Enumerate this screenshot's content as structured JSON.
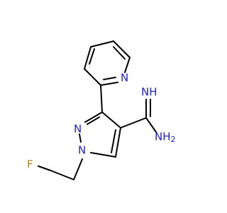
{
  "molecule": {
    "colors": {
      "bond": "#000000",
      "nitrogen": "#1f1fcf",
      "fluorine": "#b8860b",
      "background": "#ffffff"
    },
    "atoms": {
      "pyridine_n": {
        "symbol": "N",
        "color": "#1f1fcf"
      },
      "pyrazole_n2": {
        "symbol": "N",
        "color": "#1f1fcf"
      },
      "pyrazole_n1": {
        "symbol": "N",
        "color": "#1f1fcf"
      },
      "imine_nh": {
        "symbol": "NH",
        "color": "#1f1fcf"
      },
      "amine_nh2": {
        "symbol": "NH",
        "subscript": "2",
        "color": "#1f1fcf"
      },
      "fluorine": {
        "symbol": "F",
        "color": "#b8860b"
      }
    }
  }
}
